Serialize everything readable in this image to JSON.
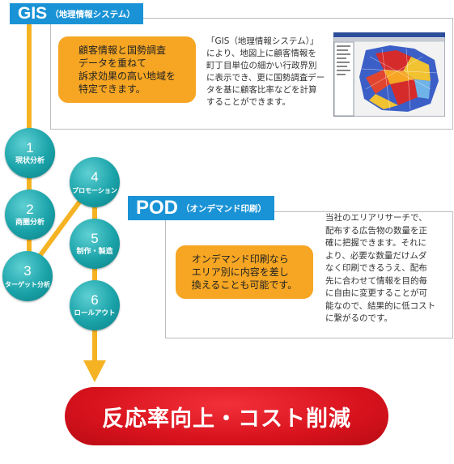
{
  "gis": {
    "title": "GIS",
    "subtitle": "（地理情報システム）",
    "highlight_lines": [
      "顧客情報と国勢調査",
      "データを重ねて",
      "訴求効果の高い地域を",
      "特定できます。"
    ],
    "description_lines": [
      "「GIS（地理情報システム）」",
      "により、地図上に顧客情報を",
      "町丁目単位の細かい行政界別",
      "に表示でき、更に国勢調査デー",
      "タを基に顧客比率などを計算",
      "することができます。"
    ]
  },
  "pod": {
    "title": "POD",
    "subtitle": "（オンデマンド印刷）",
    "highlight_lines": [
      "オンデマンド印刷なら",
      "エリア別に内容を差し",
      "換えることも可能です。"
    ],
    "description_lines": [
      "当社のエリアリサーチで、",
      "配布する広告物の数量を正",
      "確に把握できます。それに",
      "より、必要な数量だけムダ",
      "なく印刷できるうえ、配布",
      "先に合わせて情報を目的毎",
      "に自由に変更することが可",
      "能なので、結果的に低コスト",
      "に繋がるのです。"
    ]
  },
  "steps": [
    {
      "num": "1",
      "label": "現状分析"
    },
    {
      "num": "2",
      "label": "商圏分析"
    },
    {
      "num": "3",
      "label": "ターゲット分析"
    },
    {
      "num": "4",
      "label": "プロモーション"
    },
    {
      "num": "5",
      "label": "制作・製造"
    },
    {
      "num": "6",
      "label": "ロールアウト"
    }
  ],
  "result": "反応率向上・コスト削減",
  "colors": {
    "blue": "#1a93d6",
    "orange": "#f6a623",
    "teal": "#1aa3a9",
    "connector": "#f5b324",
    "red": "#d8121d"
  }
}
